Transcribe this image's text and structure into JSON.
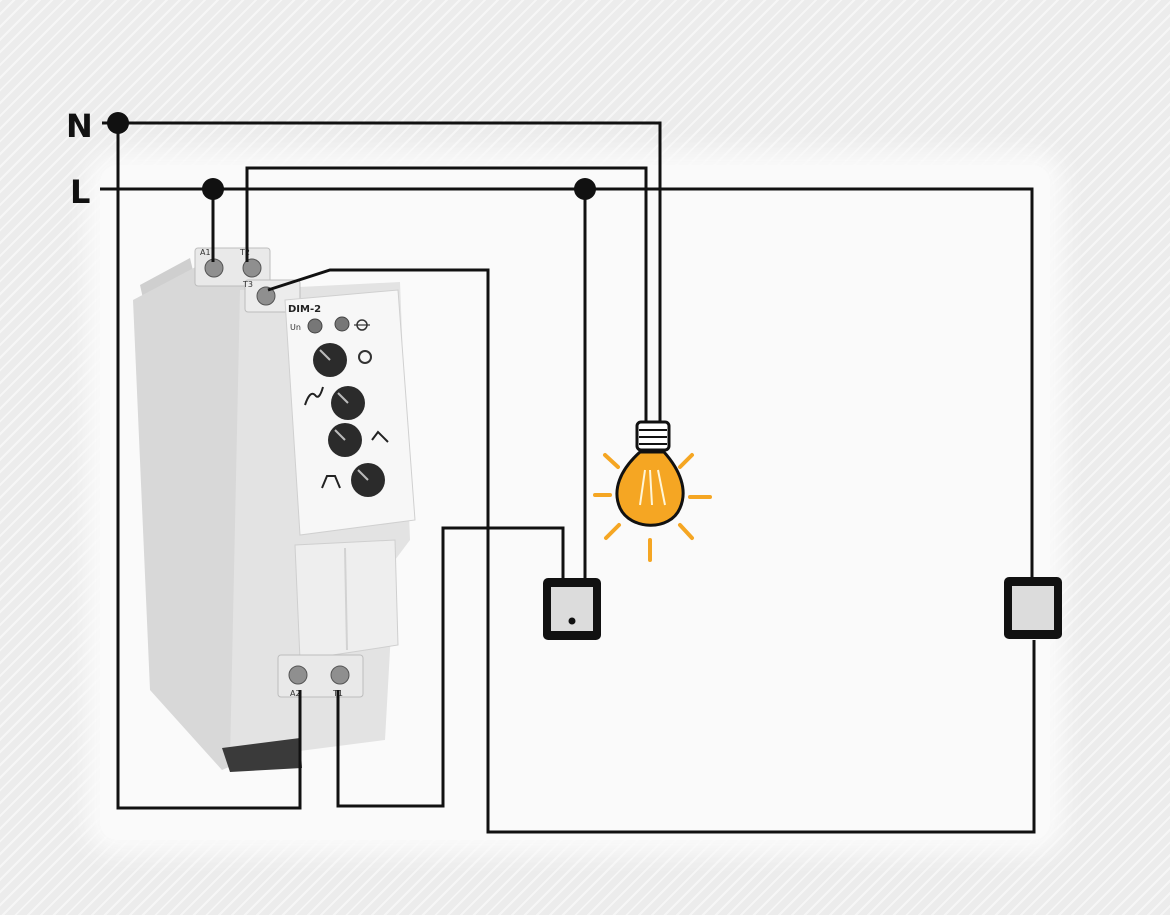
{
  "rails": {
    "neutral_label": "N",
    "live_label": "L"
  },
  "device": {
    "model": "DIM-2",
    "terminals": {
      "a1": "A1",
      "t2": "T2",
      "t3": "T3",
      "a2": "A2",
      "t1": "T1"
    },
    "indicator_label": "Un"
  },
  "colors": {
    "wire": "#111111",
    "bulb": "#f5a623",
    "rays": "#f5a623",
    "device_body": "#d9d9d9",
    "front_panel": "#f4f4f4",
    "knob": "#2b2b2b"
  },
  "components": {
    "bulb": "light-bulb-icon",
    "switch_left": "push-button-switch-icon",
    "switch_right": "push-button-switch-icon",
    "dimmer": "din-rail-dimmer-module"
  }
}
